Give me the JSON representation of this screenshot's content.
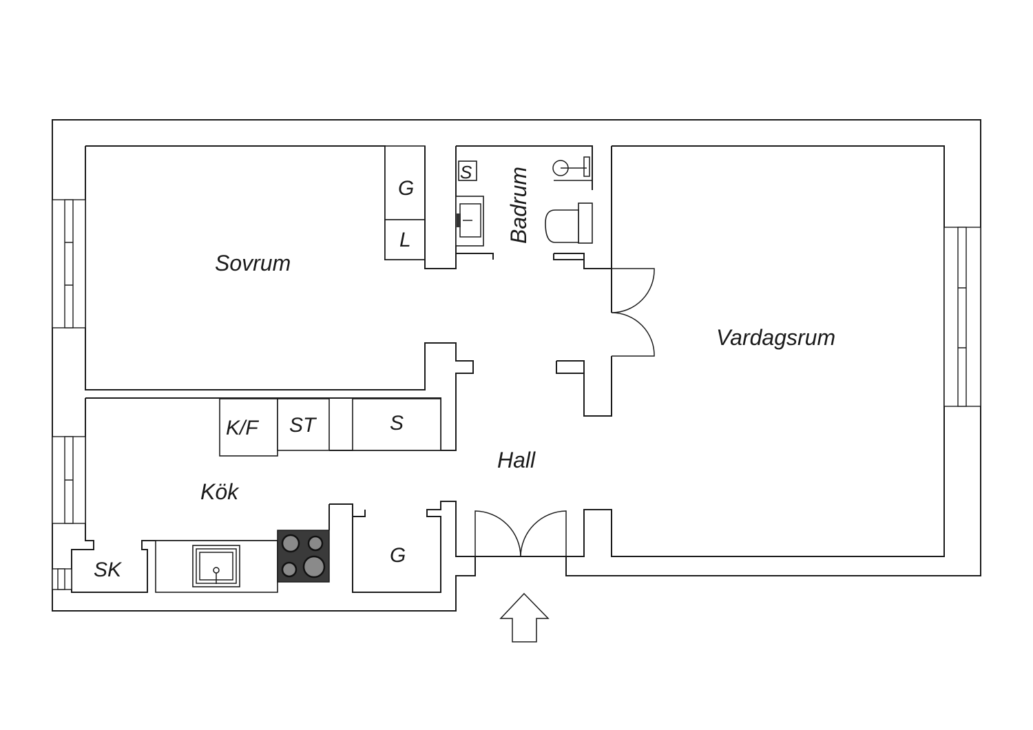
{
  "plan": {
    "rooms": {
      "sovrum": "Sovrum",
      "badrum": "Badrum",
      "vardagsrum": "Vardagsrum",
      "kok": "Kök",
      "hall": "Hall"
    },
    "fixtures": {
      "g_bedroom": "G",
      "l_bedroom": "L",
      "s_bathroom": "S",
      "kf": "K/F",
      "st": "ST",
      "s_hall": "S",
      "sk": "SK",
      "g_hall": "G"
    },
    "icons": {
      "entrance": "entrance-arrow-icon",
      "sink": "kitchen-sink-icon",
      "hob": "stove-icon",
      "toilet": "toilet-icon",
      "washbasin": "washbasin-icon",
      "shower": "shower-icon"
    },
    "colors": {
      "line": "#1a1a1a",
      "background": "#ffffff",
      "hob": "#3a3a3a"
    }
  }
}
